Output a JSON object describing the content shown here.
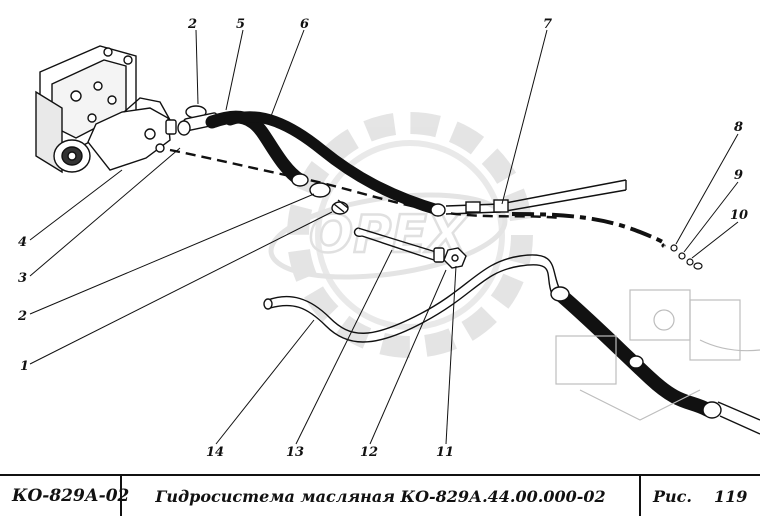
{
  "diagram": {
    "callouts": [
      {
        "id": "label-1",
        "text": "1"
      },
      {
        "id": "label-2a",
        "text": "2"
      },
      {
        "id": "label-2b",
        "text": "2"
      },
      {
        "id": "label-3",
        "text": "3"
      },
      {
        "id": "label-4",
        "text": "4"
      },
      {
        "id": "label-5",
        "text": "5"
      },
      {
        "id": "label-6",
        "text": "6"
      },
      {
        "id": "label-7",
        "text": "7"
      },
      {
        "id": "label-8",
        "text": "8"
      },
      {
        "id": "label-9",
        "text": "9"
      },
      {
        "id": "label-10",
        "text": "10"
      },
      {
        "id": "label-11",
        "text": "11"
      },
      {
        "id": "label-12",
        "text": "12"
      },
      {
        "id": "label-13",
        "text": "13"
      },
      {
        "id": "label-14",
        "text": "14"
      }
    ],
    "watermark_text": "OPEX"
  },
  "frame": {
    "model_code": "КО-829А-02",
    "title": "Гидросистема масляная КО-829А.44.00.000-02",
    "figure_prefix": "Рис.",
    "figure_number": "119"
  },
  "colors": {
    "line": "#111111",
    "watermark": "#cfcfcf",
    "background": "#ffffff"
  }
}
